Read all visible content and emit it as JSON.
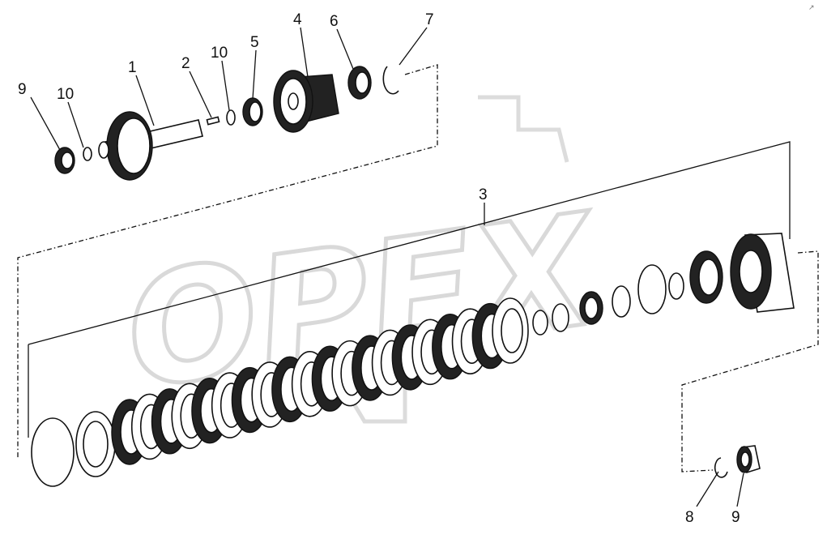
{
  "diagram": {
    "watermark": "OPEX",
    "callouts": [
      {
        "id": "label-9-left",
        "text": "9"
      },
      {
        "id": "label-10-left",
        "text": "10"
      },
      {
        "id": "label-1",
        "text": "1"
      },
      {
        "id": "label-2",
        "text": "2"
      },
      {
        "id": "label-10-mid",
        "text": "10"
      },
      {
        "id": "label-5",
        "text": "5"
      },
      {
        "id": "label-4",
        "text": "4"
      },
      {
        "id": "label-6",
        "text": "6"
      },
      {
        "id": "label-7",
        "text": "7"
      },
      {
        "id": "label-3",
        "text": "3"
      },
      {
        "id": "label-8",
        "text": "8"
      },
      {
        "id": "label-9-right",
        "text": "9"
      }
    ],
    "corner_mark": "↗"
  }
}
